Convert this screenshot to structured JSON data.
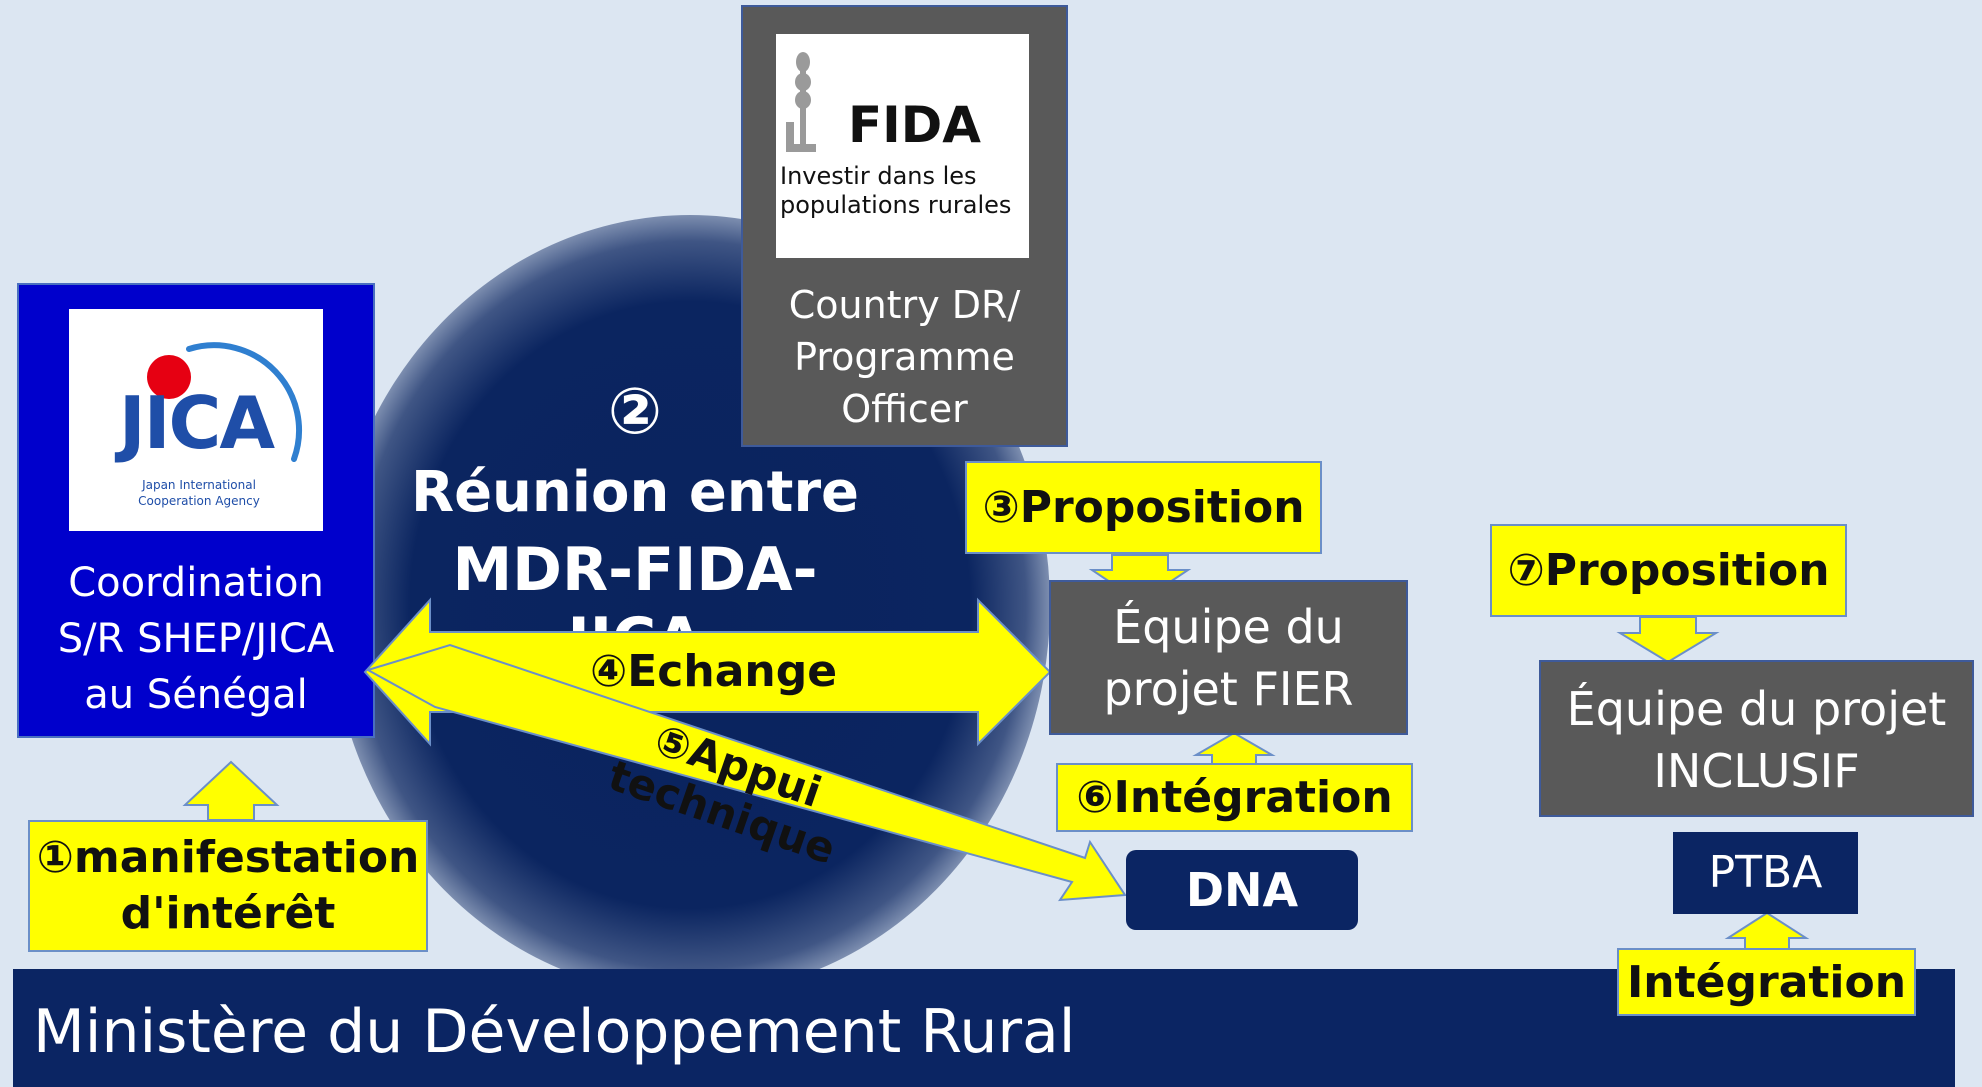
{
  "jica": {
    "logo_text": "JICA",
    "logo_sub": "Japan International Cooperation Agency",
    "lines": [
      "Coordination",
      "S/R SHEP/JICA",
      "au Sénégal"
    ]
  },
  "fida": {
    "logo_text": "FIDA",
    "tagline_1": "Investir dans les",
    "tagline_2": "populations rurales",
    "lines": [
      "Country DR/",
      "Programme",
      "Officer"
    ]
  },
  "meeting": {
    "number": "②",
    "line1": "Réunion entre",
    "line2": "MDR-FIDA-JICA"
  },
  "labels": {
    "interest_1": "①manifestation",
    "interest_2": "d'intérêt",
    "proposition_3": "③Proposition",
    "echange_4": "④Echange",
    "appui_5": "⑤Appui technique",
    "integration_6": "⑥Intégration",
    "proposition_7": "⑦Proposition",
    "integration": "Intégration"
  },
  "boxes": {
    "fier_1": "Équipe du",
    "fier_2": "projet FIER",
    "dna": "DNA",
    "inclusif_1": "Équipe du projet",
    "inclusif_2": "INCLUSIF",
    "ptba": "PTBA"
  },
  "footer": {
    "title": "Ministère du Développement Rural"
  },
  "colors": {
    "background": "#dce6f2",
    "navy": "#0b2563",
    "yellow": "#ffff00",
    "gray": "#595959",
    "jica_blue": "#0000cc"
  }
}
